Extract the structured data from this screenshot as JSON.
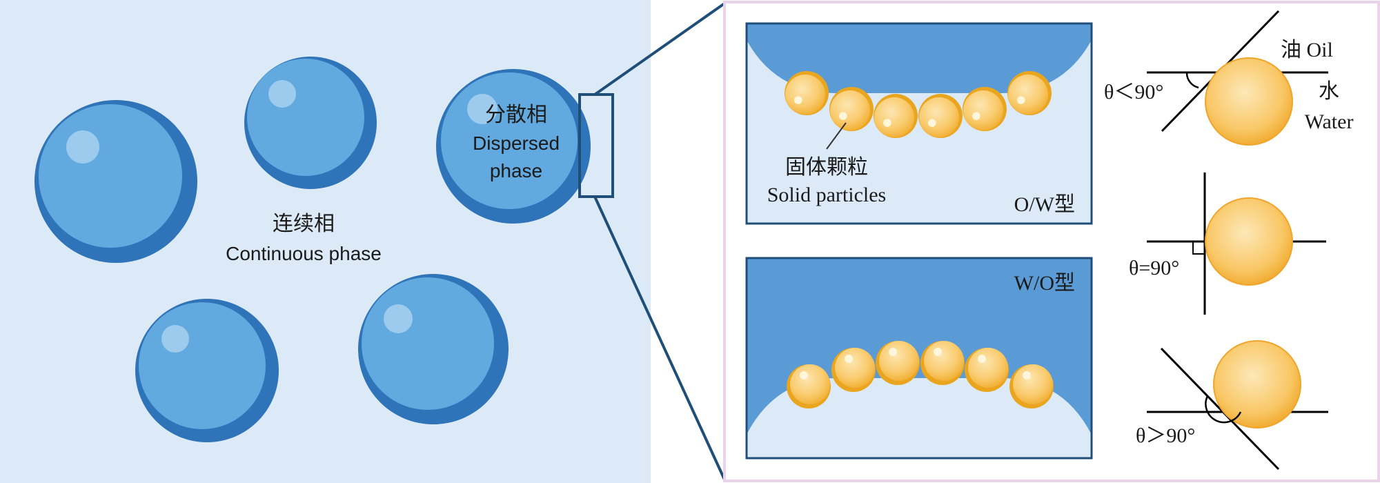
{
  "left_panel": {
    "continuous_phase_cn": "连续相",
    "continuous_phase_en": "Continuous phase",
    "dispersed_phase_cn": "分散相",
    "dispersed_phase_en_line1": "Dispersed",
    "dispersed_phase_en_line2": "phase"
  },
  "ow_panel": {
    "solid_particles_cn": "固体颗粒",
    "solid_particles_en": "Solid particles",
    "type_label": "O/W型"
  },
  "wo_panel": {
    "type_label": "W/O型"
  },
  "contact_angles": {
    "oil_label": "油 Oil",
    "water_label_cn": "水",
    "water_label_en": "Water",
    "angle_lt_90": "θ＜90°",
    "angle_eq_90": "θ=90°",
    "angle_gt_90": "θ＞90°"
  },
  "colors": {
    "continuous_bg": "#dce9f6",
    "droplet_fill": "#62a9df",
    "droplet_shadow": "#2f74b8",
    "zoom_fill": "#5b9bd5",
    "zoom_border": "#1f4e79",
    "particle_fill": "#f8c766",
    "particle_edge": "#eaa51e",
    "right_panel_border": "#e8d3e8"
  }
}
